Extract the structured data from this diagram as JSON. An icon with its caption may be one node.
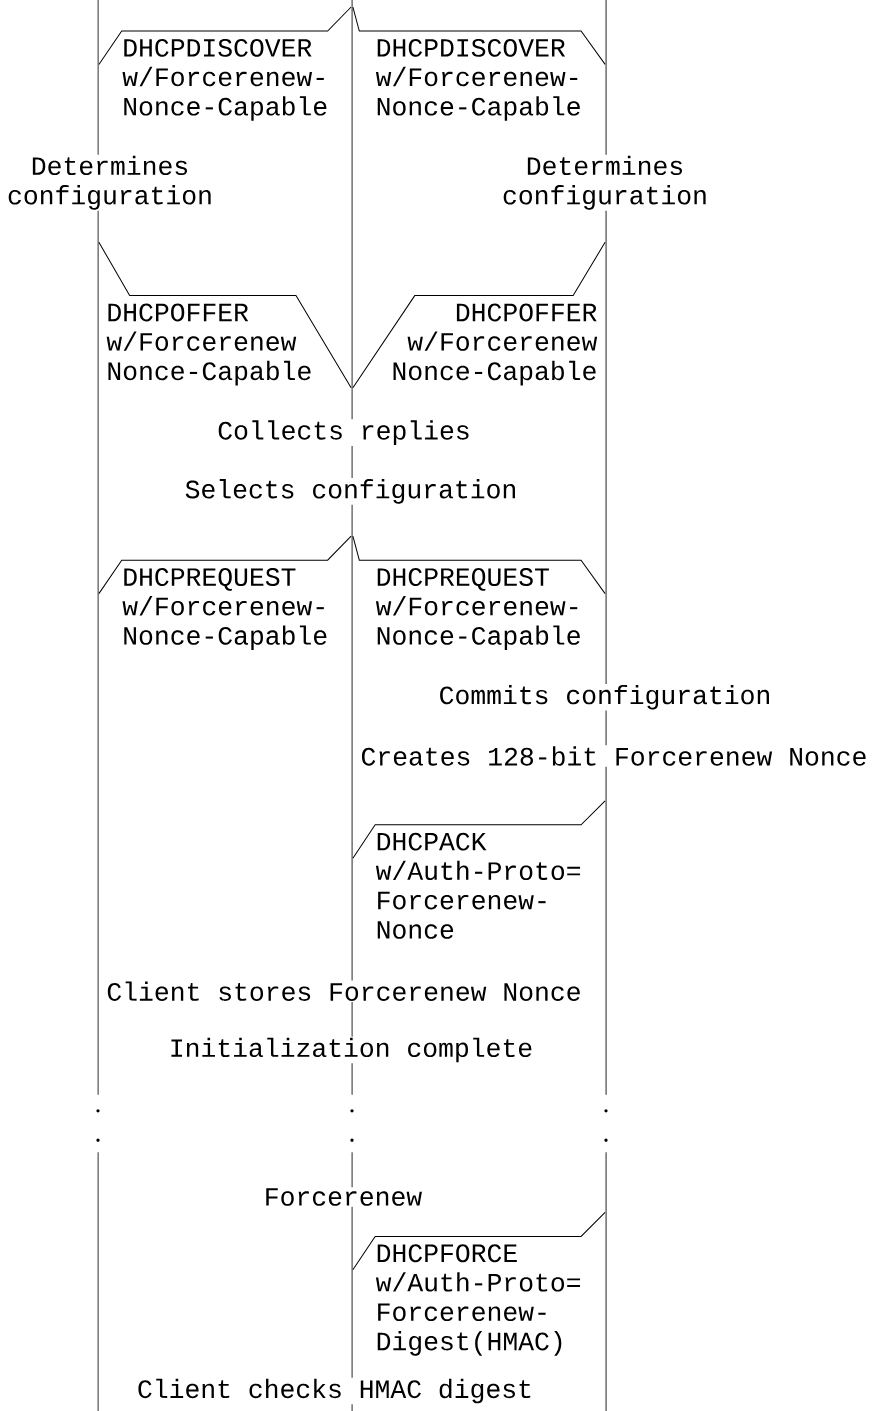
{
  "diagram": {
    "nodes": [
      {
        "text": [],
        "shape": "line"
      },
      {
        "text": [],
        "shape": "line"
      },
      {
        "text": [],
        "shape": "line"
      }
    ],
    "edges": [
      {
        "from": 1,
        "to": 0,
        "arrow": "none",
        "label": "DHCPDISCOVER w/Forcerenew- Nonce-Capable"
      },
      {
        "from": 1,
        "to": 2,
        "arrow": "none",
        "label": "DHCPDISCOVER w/Forcerenew- Nonce-Capable"
      },
      {
        "from": 0,
        "to": 1,
        "arrow": "none",
        "label": "DHCPOFFER w/Forcerenew Nonce-Capable"
      },
      {
        "from": 2,
        "to": 1,
        "arrow": "none",
        "label": "DHCPOFFER w/Forcerenew Nonce-Capable"
      },
      {
        "from": 1,
        "to": 0,
        "arrow": "none",
        "label": "DHCPREQUEST w/Forcerenew- Nonce-Capable"
      },
      {
        "from": 1,
        "to": 2,
        "arrow": "none",
        "label": "DHCPREQUEST w/Forcerenew- Nonce-Capable"
      },
      {
        "from": 2,
        "to": 1,
        "arrow": "none",
        "label": "DHCPACK w/Auth-Proto= Forcerenew- Nonce"
      },
      {
        "from": 2,
        "to": 1,
        "arrow": "none",
        "label": "DHCPFORCE w/Auth-Proto= Forcerenew- Digest(HMAC)"
      }
    ],
    "labels": [
      "Determines configuration",
      "Determines configuration",
      "Collects replies",
      "Selects configuration",
      "Commits configuration",
      "Creates 128-bit Forcerenew Nonce",
      "Client stores Forcerenew Nonce",
      "Initialization complete",
      "Forcerenew",
      "Client checks HMAC digest"
    ]
  }
}
